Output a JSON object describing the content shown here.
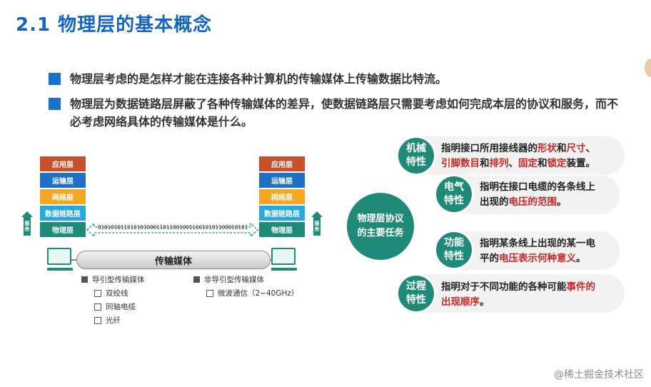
{
  "title": "2.1 物理层的基本概念",
  "bullets": [
    "物理层考虑的是怎样才能在连接各种计算机的传输媒体上传输数据比特流。",
    "物理层为数据链路层屏蔽了各种传输媒体的差异，使数据链路层只需要考虑如何完成本层的协议和服务，而不必考虑网络具体的传输媒体是什么。"
  ],
  "stack": {
    "layers": [
      "应用层",
      "运输层",
      "网络层",
      "数据链路层",
      "物理层"
    ],
    "service_label": "服务",
    "bits": "0101010110101010001101100100110010101100010101",
    "medium": "传输媒体"
  },
  "legend": {
    "guided": {
      "label": "导引型传输媒体",
      "items": [
        "双绞线",
        "同轴电缆",
        "光纤"
      ]
    },
    "unguided": {
      "label": "非导引型传输媒体",
      "items": [
        "微波通信（2~40GHz）"
      ]
    }
  },
  "tasks": {
    "hub_line1": "物理层协议",
    "hub_line2": "的主要任务",
    "items": [
      {
        "name_line1": "机械",
        "name_line2": "特性",
        "desc": [
          [
            "t",
            "指明接口所用接线器的"
          ],
          [
            "r",
            "形状"
          ],
          [
            "t",
            "和"
          ],
          [
            "r",
            "尺寸"
          ],
          [
            "t",
            "、"
          ],
          [
            "br",
            ""
          ],
          [
            "r",
            "引脚数目"
          ],
          [
            "t",
            "和"
          ],
          [
            "r",
            "排列"
          ],
          [
            "t",
            "、"
          ],
          [
            "r",
            "固定"
          ],
          [
            "t",
            "和"
          ],
          [
            "r",
            "锁定"
          ],
          [
            "t",
            "装置。"
          ]
        ]
      },
      {
        "name_line1": "电气",
        "name_line2": "特性",
        "desc": [
          [
            "t",
            "指明在接口电缆的各条线上"
          ],
          [
            "br",
            ""
          ],
          [
            "t",
            "出现的"
          ],
          [
            "r",
            "电压的范围"
          ],
          [
            "t",
            "。"
          ]
        ]
      },
      {
        "name_line1": "功能",
        "name_line2": "特性",
        "desc": [
          [
            "t",
            "指明某条线上出现的某一电"
          ],
          [
            "br",
            ""
          ],
          [
            "t",
            "平的"
          ],
          [
            "r",
            "电压表示何种意义"
          ],
          [
            "t",
            "。"
          ]
        ]
      },
      {
        "name_line1": "过程",
        "name_line2": "特性",
        "desc": [
          [
            "t",
            "指明对于不同功能的各种可能"
          ],
          [
            "r",
            "事件的"
          ],
          [
            "br",
            ""
          ],
          [
            "r",
            "出现顺序"
          ],
          [
            "t",
            "。"
          ]
        ]
      }
    ]
  },
  "watermark": "@稀土掘金技术社区",
  "colors": {
    "title": "#1565c0",
    "accent": "#1f8a7a",
    "highlight": "#c62828"
  }
}
